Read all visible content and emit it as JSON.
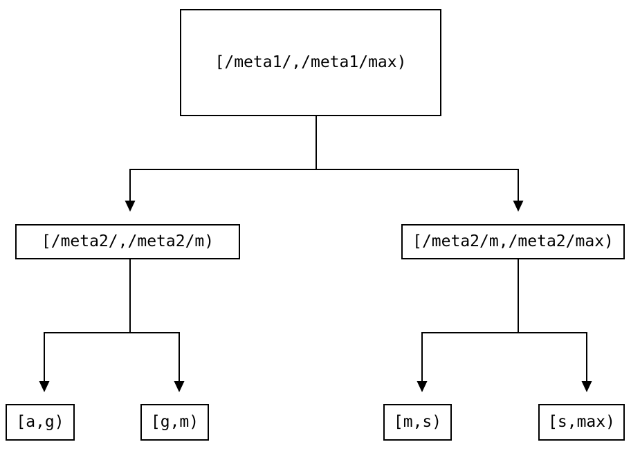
{
  "diagram": {
    "kind": "binary-range-partition-tree",
    "background": "#ffffff",
    "colors": {
      "line": "#000000",
      "box_border": "#000000",
      "box_fill": "#ffffff",
      "text": "#000000"
    },
    "nodes": {
      "root": {
        "label": "[/meta1/,/meta1/max)"
      },
      "left": {
        "label": "[/meta2/,/meta2/m)"
      },
      "right": {
        "label": "[/meta2/m,/meta2/max)"
      },
      "leaf_ag": {
        "label": "[a,g)"
      },
      "leaf_gm": {
        "label": "[g,m)"
      },
      "leaf_ms": {
        "label": "[m,s)"
      },
      "leaf_smax": {
        "label": "[s,max)"
      }
    },
    "edges": [
      {
        "from": "root",
        "to": "left"
      },
      {
        "from": "root",
        "to": "right"
      },
      {
        "from": "left",
        "to": "leaf_ag"
      },
      {
        "from": "left",
        "to": "leaf_gm"
      },
      {
        "from": "right",
        "to": "leaf_ms"
      },
      {
        "from": "right",
        "to": "leaf_smax"
      }
    ]
  }
}
